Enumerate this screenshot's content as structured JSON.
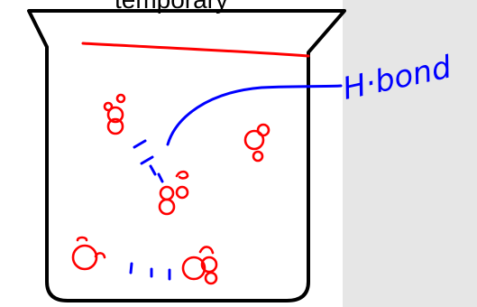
{
  "caption": "temporary",
  "annotation": "H·bond",
  "colors": {
    "background": "#ffffff",
    "panel": "#e6e6e6",
    "beaker": "#000000",
    "molecule_ink": "#ff0000",
    "annotation_ink": "#0000ff"
  },
  "icons": {
    "beaker": "beaker-outline",
    "water_molecule": "water-molecule-sketch"
  }
}
